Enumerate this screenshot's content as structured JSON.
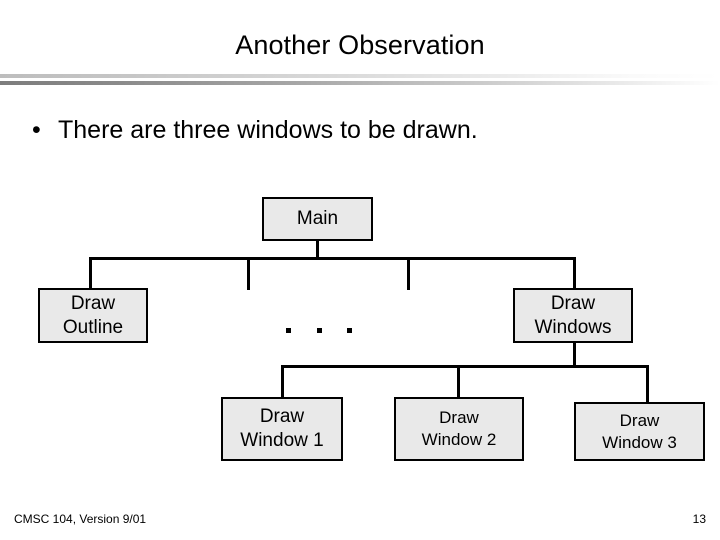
{
  "slide": {
    "title": "Another Observation",
    "bullets": [
      {
        "marker": "•",
        "text": "There are three windows to be drawn."
      }
    ],
    "footer": {
      "left": "CMSC 104, Version 9/01",
      "page_number": "13"
    },
    "colors": {
      "background": "#ffffff",
      "text": "#000000",
      "node_fill": "#e9e9e9",
      "node_border": "#000000",
      "rule_top": "#bdbdbd",
      "rule_bottom": "#7d7d7d"
    }
  },
  "diagram": {
    "type": "tree",
    "nodes": [
      {
        "id": "main",
        "line1": "Main",
        "line2": "",
        "level": 0
      },
      {
        "id": "outline",
        "line1": "Draw",
        "line2": "Outline",
        "level": 1
      },
      {
        "id": "ellipsis",
        "line1": "· · ·",
        "line2": "",
        "level": 1
      },
      {
        "id": "windows",
        "line1": "Draw",
        "line2": "Windows",
        "level": 1
      },
      {
        "id": "window1",
        "line1": "Draw",
        "line2": "Window 1",
        "level": 2
      },
      {
        "id": "window2",
        "line1": "Draw",
        "line2": "Window 2",
        "level": 2
      },
      {
        "id": "window3",
        "line1": "Draw",
        "line2": "Window 3",
        "level": 2
      }
    ],
    "edges": [
      {
        "from": "main",
        "to": "outline"
      },
      {
        "from": "main",
        "to": "ellipsis"
      },
      {
        "from": "main",
        "to": "windows"
      },
      {
        "from": "windows",
        "to": "window1"
      },
      {
        "from": "windows",
        "to": "window2"
      },
      {
        "from": "windows",
        "to": "window3"
      }
    ]
  }
}
